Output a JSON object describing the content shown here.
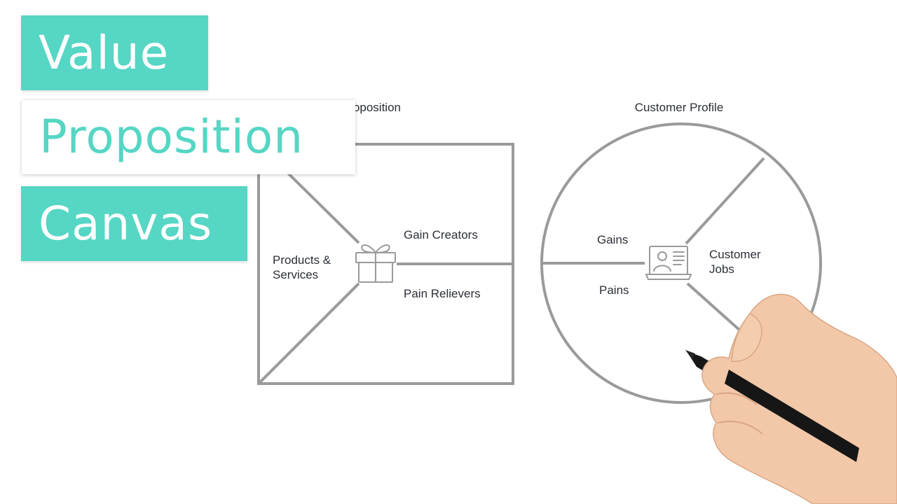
{
  "title": {
    "line1": "Value",
    "line2": "Proposition",
    "line3": "Canvas"
  },
  "value_map": {
    "heading": "Value Proposition",
    "products_services_line1": "Products &",
    "products_services_line2": "Services",
    "gain_creators": "Gain Creators",
    "pain_relievers": "Pain Relievers",
    "icon": "gift-icon"
  },
  "customer_profile": {
    "heading": "Customer Profile",
    "gains": "Gains",
    "pains": "Pains",
    "customer_jobs_line1": "Customer",
    "customer_jobs_line2": "Jobs",
    "icon": "customer-profile-icon"
  },
  "colors": {
    "accent": "#56d6c4",
    "lines": "#9a9a9a",
    "text": "#2b2f36",
    "background": "#ffffff"
  }
}
